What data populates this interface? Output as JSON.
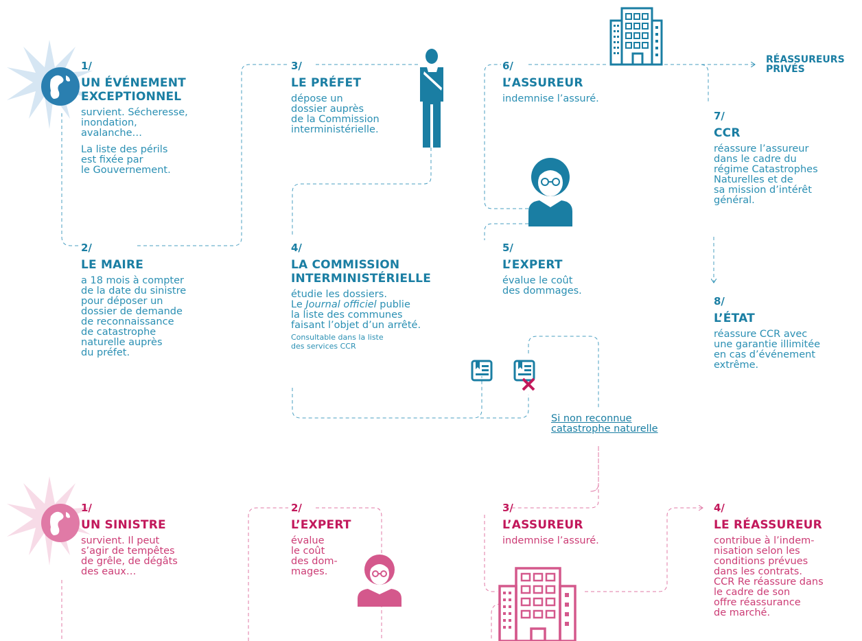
{
  "colors": {
    "blue": "#1a7ea3",
    "blue_light": "#2a8fb3",
    "pink": "#c2185b",
    "pink_light": "#e079a6"
  },
  "icons": [
    "globe-icon",
    "building-icon",
    "prefect-figure-icon",
    "expert-woman-icon",
    "document-icon",
    "document-rejected-icon",
    "pink-globe-icon",
    "pink-expert-icon",
    "pink-building-icon"
  ],
  "catnat": {
    "s1": {
      "num": "1/",
      "title": "UN ÉVÉNEMENT\nEXCEPTIONNEL",
      "text": "survient. Sécheresse,\ninondation,\navalanche…",
      "text2": "La liste des périls\nest fixée par\nle Gouvernement."
    },
    "s2": {
      "num": "2/",
      "title": "LE MAIRE",
      "text": "a 18 mois à compter\nde la date du sinistre\npour déposer un\ndossier de demande\nde reconnaissance\nde catastrophe\nnaturelle auprès\ndu préfet."
    },
    "s3": {
      "num": "3/",
      "title": "LE PRÉFET",
      "text": "dépose un\ndossier auprès\nde la Commission\ninterministérielle."
    },
    "s4": {
      "num": "4/",
      "title": "LA COMMISSION\nINTERMINISTÉRIELLE",
      "text_a": "étudie les dossiers.\nLe ",
      "text_italic": "Journal officiel",
      "text_b": " publie\nla liste des communes\nfaisant l’objet d’un arrêté.",
      "small": "Consultable dans la liste\ndes services CCR"
    },
    "s5": {
      "num": "5/",
      "title": "L’EXPERT",
      "text": "évalue le coût\ndes dommages."
    },
    "s6": {
      "num": "6/",
      "title": "L’ASSUREUR",
      "text": "indemnise l’assuré."
    },
    "s7": {
      "num": "7/",
      "title": "CCR",
      "text": "réassure l’assureur\ndans le cadre du\nrégime Catastrophes\nNaturelles et de\nsa mission d’intérêt\ngénéral."
    },
    "s8": {
      "num": "8/",
      "title": "L’ÉTAT",
      "text": "réassure CCR avec\nune garantie illimitée\nen cas d’événement\nextrême."
    },
    "reassureurs": "RÉASSUREURS\nPRIVÉS",
    "non_reconnue": "Si non reconnue\ncatastrophe naturelle"
  },
  "sinistre": {
    "s1": {
      "num": "1/",
      "title": "UN SINISTRE",
      "text": "survient. Il peut\ns’agir de tempêtes\nde grêle, de dégâts\ndes eaux…"
    },
    "s2": {
      "num": "2/",
      "title": "L’EXPERT",
      "text": "évalue\nle coût\ndes dom-\nmages."
    },
    "s3": {
      "num": "3/",
      "title": "L’ASSUREUR",
      "text": "indemnise l’assuré."
    },
    "s4": {
      "num": "4/",
      "title": "LE RÉASSUREUR",
      "text": "contribue à l’indem-\nnisation selon les\nconditions prévues\ndans les contrats.\nCCR Re réassure dans\nle cadre de son\noffre réassurance\nde marché."
    }
  }
}
